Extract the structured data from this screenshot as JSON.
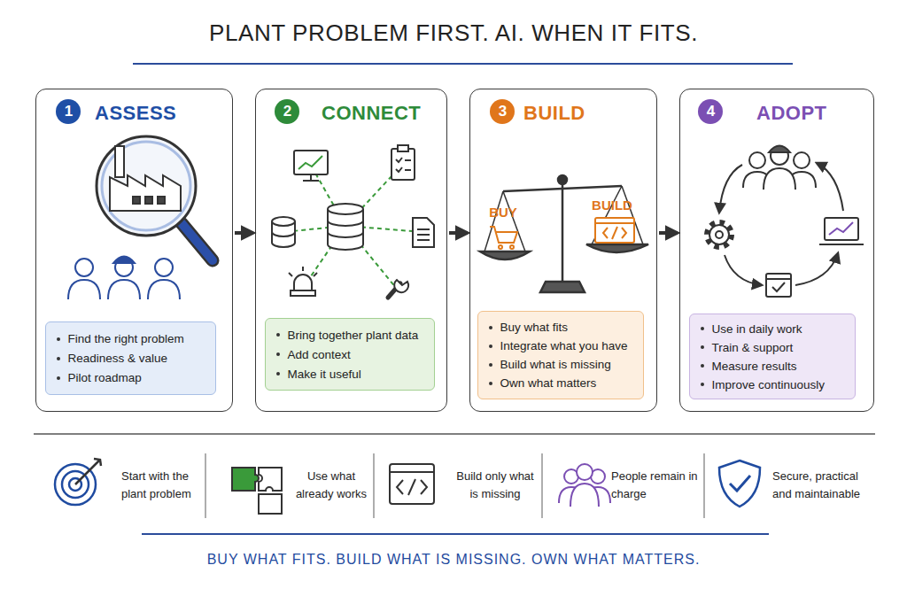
{
  "diagram": {
    "title": "PLANT PROBLEM FIRST. AI. WHEN IT FITS.",
    "caption": "BUY WHAT FITS. BUILD WHAT IS MISSING. OWN WHAT MATTERS.",
    "nodes": [
      {
        "text": [
          "ASSESS"
        ]
      },
      {
        "text": [
          "1"
        ],
        "in": 0
      },
      {
        "text": [
          "Find the right problem",
          "Readiness & value",
          "Pilot roadmap"
        ],
        "in": 0
      },
      {
        "text": [
          "CONNECT"
        ]
      },
      {
        "text": [
          "2"
        ],
        "in": 3
      },
      {
        "text": [
          "Bring together plant data",
          "Add context",
          "Make it useful"
        ],
        "in": 3
      },
      {
        "text": [
          "BUILD"
        ]
      },
      {
        "text": [
          "3"
        ],
        "in": 6
      },
      {
        "text": [
          "Buy what fits",
          "Integrate what you have",
          "Build what is missing",
          "Own what matters"
        ],
        "in": 6
      },
      {
        "text": [
          "ADOPT"
        ]
      },
      {
        "text": [
          "4"
        ],
        "in": 9
      },
      {
        "text": [
          "Use in daily work",
          "Train & support",
          "Measure results",
          "Improve continuously"
        ],
        "in": 9
      }
    ],
    "edges": [
      {
        "from": 0,
        "to": 3,
        "arrow": "to"
      },
      {
        "from": 3,
        "to": 6,
        "arrow": "to"
      },
      {
        "from": 6,
        "to": 9,
        "arrow": "to"
      }
    ],
    "labels": [
      "BUY",
      "BUILD",
      "Start with the plant problem",
      "Use what already works",
      "Build only what is missing",
      "People remain in charge",
      "Secure, practical and maintainable"
    ]
  }
}
